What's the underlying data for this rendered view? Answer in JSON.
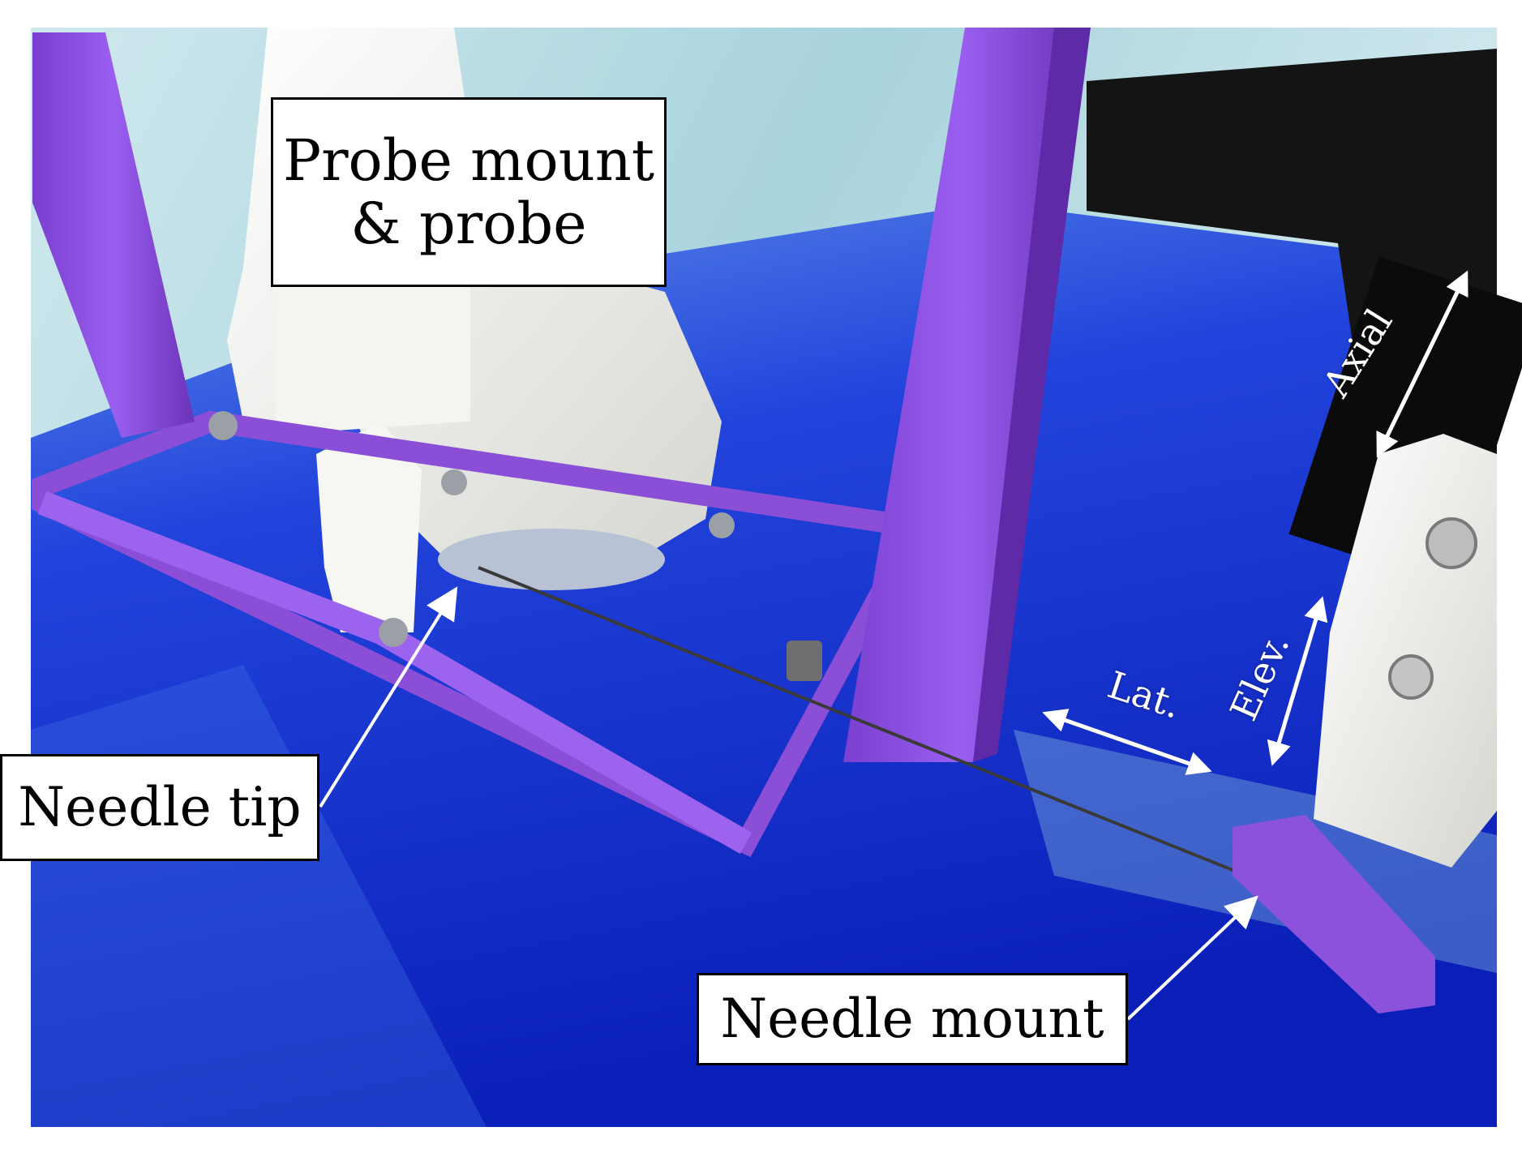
{
  "labels": {
    "probe_line1": "Probe mount",
    "probe_line2": "& probe",
    "needle_tip": "Needle tip",
    "needle_mount": "Needle mount"
  },
  "directions": {
    "axial": "Axial",
    "lateral": "Lat.",
    "elevation": "Elev."
  },
  "colors": {
    "purple_frame": "#8a4fd6",
    "water_blue": "#1e3fd8",
    "white_parts": "#f2f2ee",
    "glass_teal": "#bfe3e8"
  }
}
